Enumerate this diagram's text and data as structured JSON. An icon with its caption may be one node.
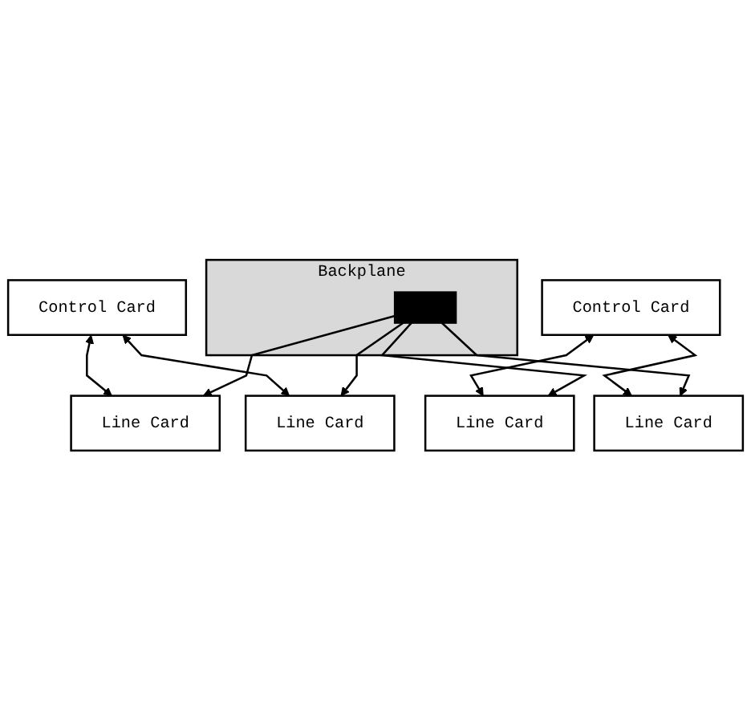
{
  "diagram": {
    "nodes": [
      {
        "text": [
          "Control Card"
        ]
      },
      {
        "text": [
          "Control Card"
        ]
      },
      {
        "text": [
          "Backplane"
        ]
      },
      {
        "text": [],
        "shape": "bar",
        "in": 2
      },
      {
        "text": [
          "Line Card"
        ]
      },
      {
        "text": [
          "Line Card"
        ]
      },
      {
        "text": [
          "Line Card"
        ]
      },
      {
        "text": [
          "Line Card"
        ]
      }
    ],
    "edges": [
      {
        "from": 0,
        "to": 4,
        "arrow": "both"
      },
      {
        "from": 0,
        "to": 5,
        "arrow": "both"
      },
      {
        "from": 1,
        "to": 6,
        "arrow": "both"
      },
      {
        "from": 1,
        "to": 7,
        "arrow": "both"
      },
      {
        "from": 3,
        "to": 4,
        "arrow": "to"
      },
      {
        "from": 3,
        "to": 5,
        "arrow": "to"
      },
      {
        "from": 3,
        "to": 6,
        "arrow": "to"
      },
      {
        "from": 3,
        "to": 7,
        "arrow": "to"
      }
    ]
  }
}
